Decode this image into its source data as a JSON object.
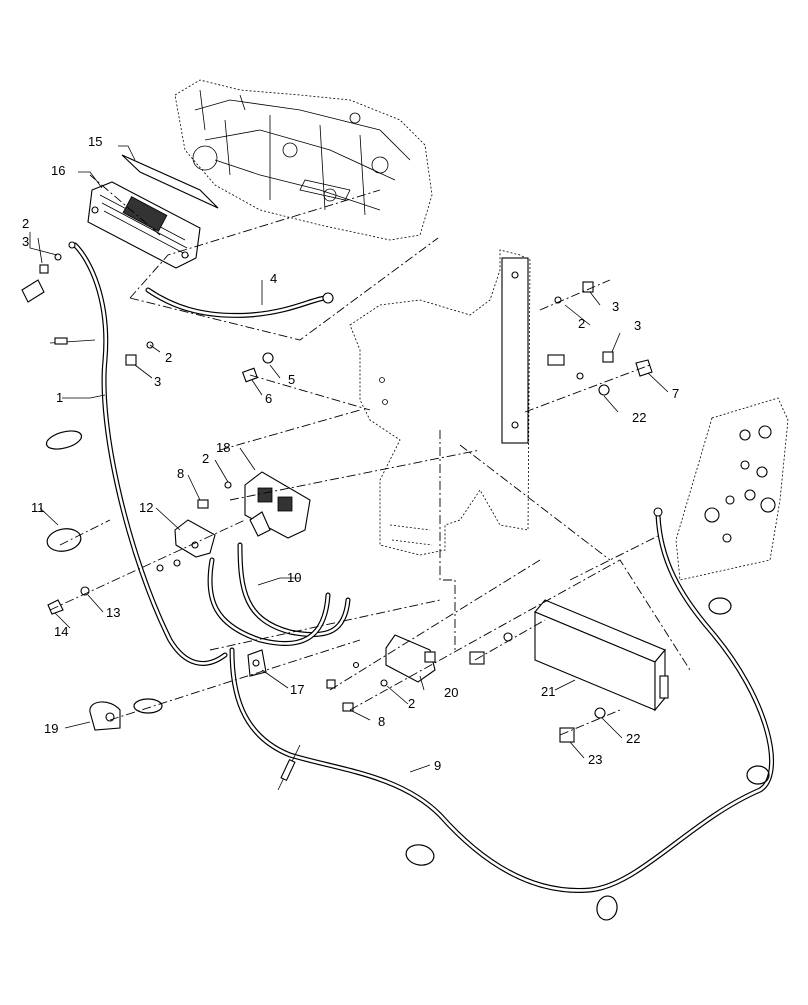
{
  "callouts": [
    {
      "id": "c1",
      "label": "1"
    },
    {
      "id": "c2a",
      "label": "2"
    },
    {
      "id": "c2b",
      "label": "2"
    },
    {
      "id": "c2c",
      "label": "2"
    },
    {
      "id": "c2d",
      "label": "2"
    },
    {
      "id": "c2e",
      "label": "2"
    },
    {
      "id": "c3a",
      "label": "3"
    },
    {
      "id": "c3b",
      "label": "3"
    },
    {
      "id": "c3c",
      "label": "3"
    },
    {
      "id": "c3d",
      "label": "3"
    },
    {
      "id": "c4",
      "label": "4"
    },
    {
      "id": "c5",
      "label": "5"
    },
    {
      "id": "c6",
      "label": "6"
    },
    {
      "id": "c7",
      "label": "7"
    },
    {
      "id": "c8a",
      "label": "8"
    },
    {
      "id": "c8b",
      "label": "8"
    },
    {
      "id": "c9",
      "label": "9"
    },
    {
      "id": "c10",
      "label": "10"
    },
    {
      "id": "c11",
      "label": "11"
    },
    {
      "id": "c12",
      "label": "12"
    },
    {
      "id": "c13",
      "label": "13"
    },
    {
      "id": "c14",
      "label": "14"
    },
    {
      "id": "c15",
      "label": "15"
    },
    {
      "id": "c16",
      "label": "16"
    },
    {
      "id": "c17",
      "label": "17"
    },
    {
      "id": "c18",
      "label": "18"
    },
    {
      "id": "c19",
      "label": "19"
    },
    {
      "id": "c20",
      "label": "20"
    },
    {
      "id": "c21",
      "label": "21"
    },
    {
      "id": "c22a",
      "label": "22"
    },
    {
      "id": "c22b",
      "label": "22"
    },
    {
      "id": "c23",
      "label": "23"
    }
  ]
}
